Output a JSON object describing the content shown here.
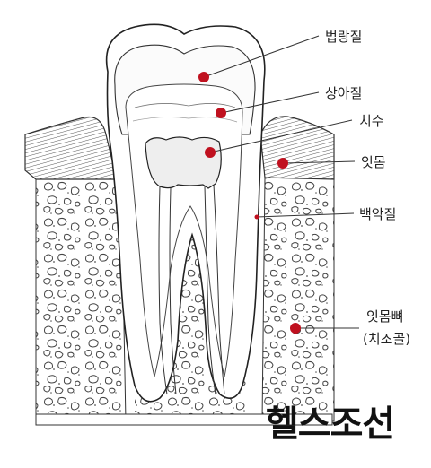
{
  "diagram": {
    "labels": {
      "enamel": "법랑질",
      "dentin": "상아질",
      "pulp": "치수",
      "gum": "잇몸",
      "cementum": "백악질",
      "alveolar_bone": "잇몸뼈",
      "alveolar_bone_sub": "(치조골)"
    },
    "marker_color": "#c0111f"
  },
  "watermark": "헬스조선"
}
